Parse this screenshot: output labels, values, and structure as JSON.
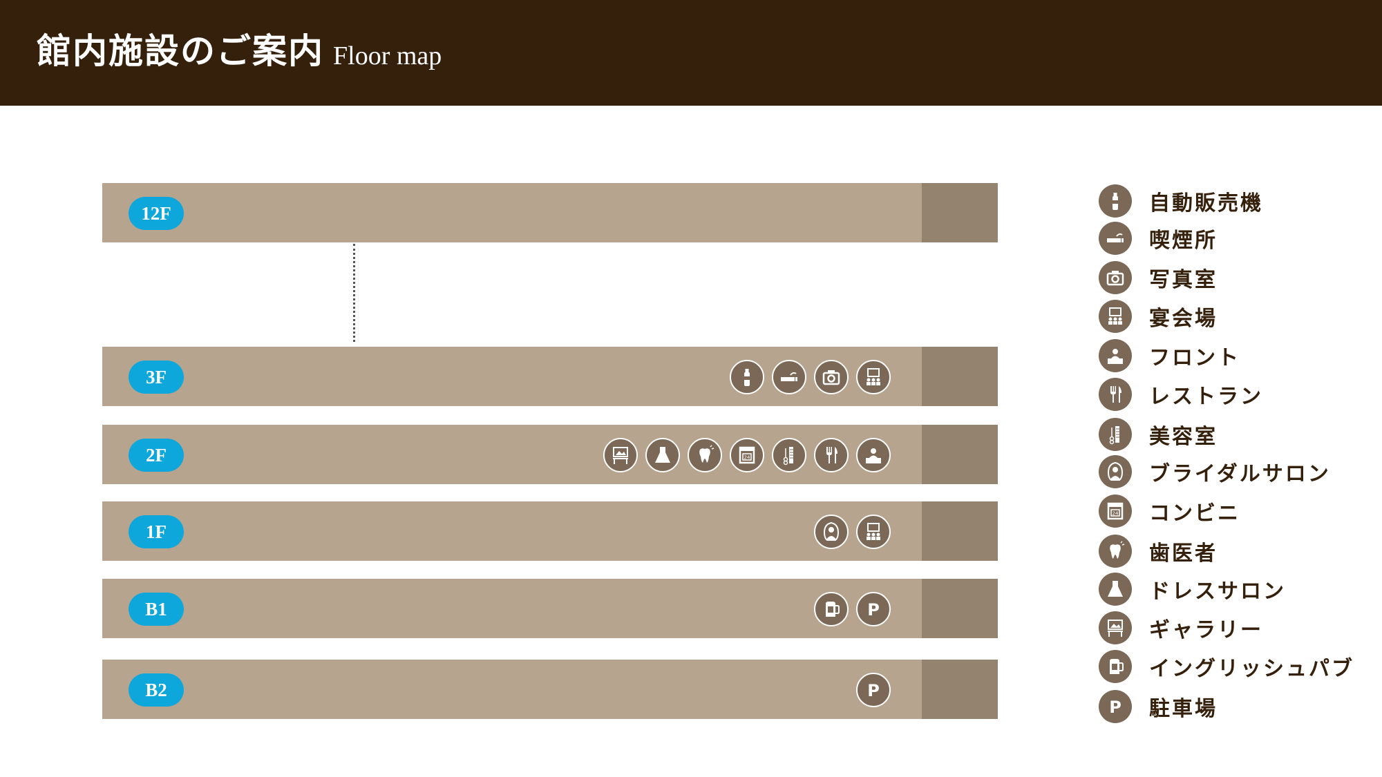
{
  "header": {
    "title_ja": "館内施設のご案内",
    "title_en": "Floor map",
    "background": "#35200c"
  },
  "colors": {
    "floor": "#b6a48e",
    "floor_end": "#94836f",
    "badge": "#0ea7dc",
    "icon_bg": "#7b6856",
    "legend_text": "#35200c"
  },
  "floors": [
    {
      "label": "12F",
      "icons": []
    },
    {
      "label": "3F",
      "icons": [
        "vending-machine-icon",
        "smoking-icon",
        "camera-icon",
        "banquet-icon"
      ]
    },
    {
      "label": "2F",
      "icons": [
        "gallery-icon",
        "dress-icon",
        "tooth-icon",
        "convenience-store-icon",
        "salon-icon",
        "restaurant-icon",
        "front-desk-icon"
      ]
    },
    {
      "label": "1F",
      "icons": [
        "bride-icon",
        "banquet-icon"
      ]
    },
    {
      "label": "B1",
      "icons": [
        "pub-icon",
        "parking-icon"
      ]
    },
    {
      "label": "B2",
      "icons": [
        "parking-icon"
      ]
    }
  ],
  "legend": [
    {
      "icon": "vending-machine-icon",
      "label": "自動販売機"
    },
    {
      "icon": "smoking-icon",
      "label": "喫煙所"
    },
    {
      "icon": "camera-icon",
      "label": "写真室"
    },
    {
      "icon": "banquet-icon",
      "label": "宴会場"
    },
    {
      "icon": "front-desk-icon",
      "label": "フロント"
    },
    {
      "icon": "restaurant-icon",
      "label": "レストラン"
    },
    {
      "icon": "salon-icon",
      "label": "美容室"
    },
    {
      "icon": "bride-icon",
      "label": "ブライダルサロン"
    },
    {
      "icon": "convenience-store-icon",
      "label": "コンビニ"
    },
    {
      "icon": "tooth-icon",
      "label": "歯医者"
    },
    {
      "icon": "dress-icon",
      "label": "ドレスサロン"
    },
    {
      "icon": "gallery-icon",
      "label": "ギャラリー"
    },
    {
      "icon": "pub-icon",
      "label": "イングリッシュパブ"
    },
    {
      "icon": "parking-icon",
      "label": "駐車場"
    }
  ]
}
